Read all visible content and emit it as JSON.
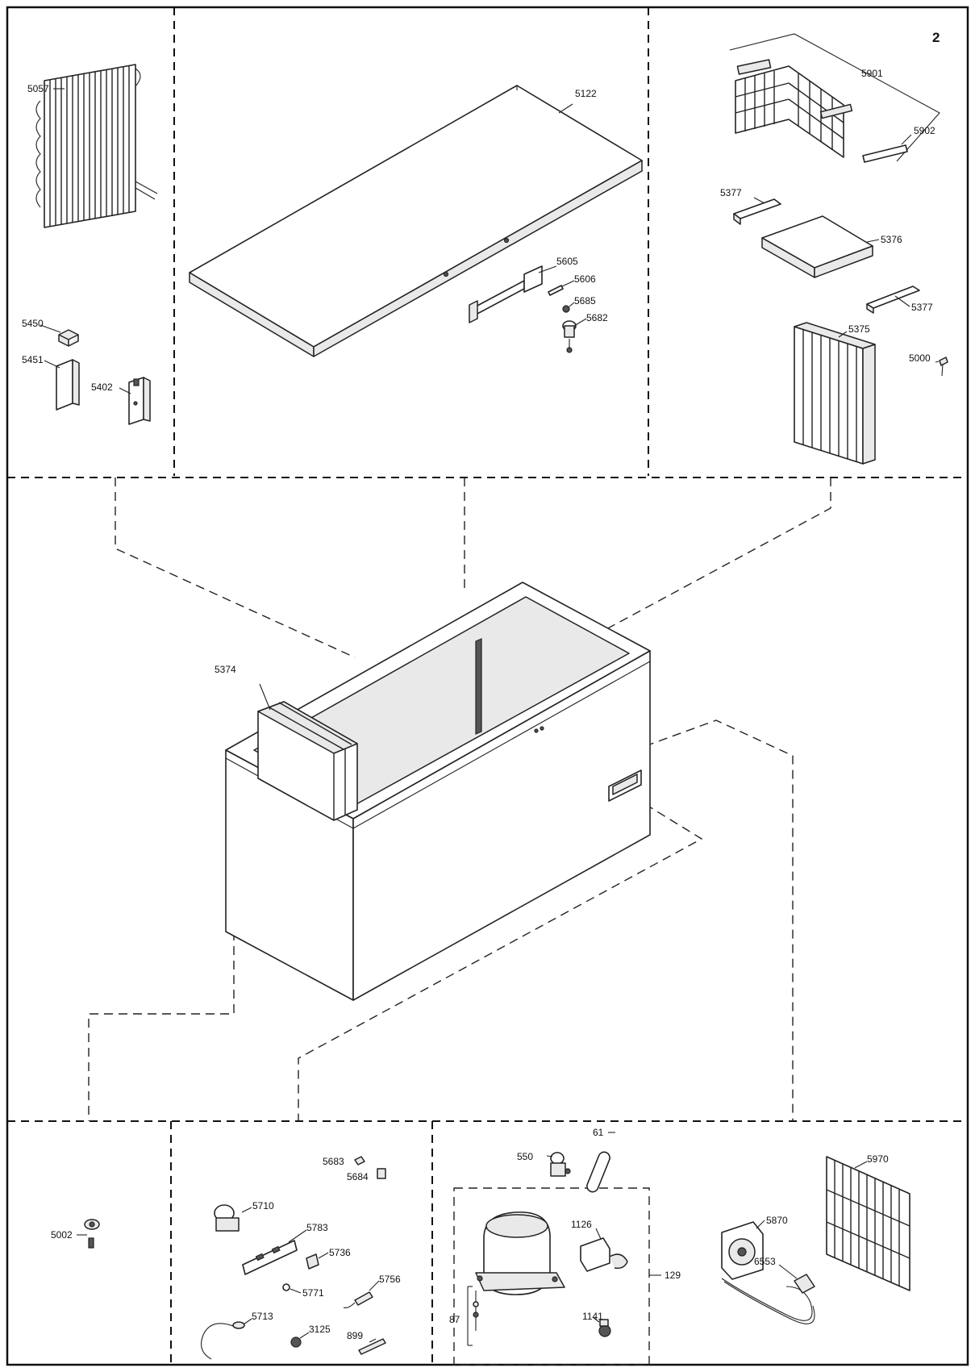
{
  "page_number": "2",
  "labels": {
    "p5057": "5057",
    "p5450": "5450",
    "p5451": "5451",
    "p5402": "5402",
    "p5122": "5122",
    "p5605": "5605",
    "p5606": "5606",
    "p5685": "5685",
    "p5682": "5682",
    "p5901": "5901",
    "p5902": "5902",
    "p5377a": "5377",
    "p5376": "5376",
    "p5377b": "5377",
    "p5375": "5375",
    "p5000": "5000",
    "p5374": "5374",
    "p5002": "5002",
    "p5683": "5683",
    "p5684": "5684",
    "p5710": "5710",
    "p5783": "5783",
    "p5736": "5736",
    "p5771": "5771",
    "p5756": "5756",
    "p5713": "5713",
    "p3125": "3125",
    "p899": "899",
    "p550": "550",
    "p61": "61",
    "p1126": "1126",
    "p129": "129",
    "p87": "87",
    "p1141": "1141",
    "p5870": "5870",
    "p5970": "5970",
    "p6553": "6553"
  }
}
